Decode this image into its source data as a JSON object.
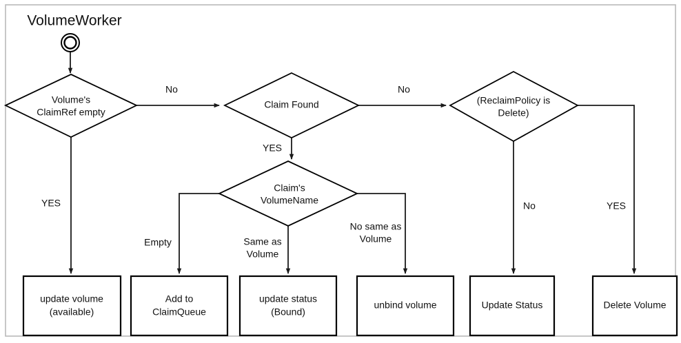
{
  "diagram": {
    "title": "VolumeWorker",
    "type": "flowchart",
    "start_node": {
      "name": "start",
      "shape": "circle"
    },
    "decisions": [
      {
        "id": "d1",
        "label_line1": "Volume's",
        "label_line2": "ClaimRef empty"
      },
      {
        "id": "d2",
        "label_line1": "Claim Found",
        "label_line2": ""
      },
      {
        "id": "d3",
        "label_line1": "(ReclaimPolicy is",
        "label_line2": "Delete)"
      },
      {
        "id": "d4",
        "label_line1": "Claim's",
        "label_line2": "VolumeName"
      }
    ],
    "processes": [
      {
        "id": "p1",
        "label_line1": "update volume",
        "label_line2": "(available)"
      },
      {
        "id": "p2",
        "label_line1": "Add to",
        "label_line2": "ClaimQueue"
      },
      {
        "id": "p3",
        "label_line1": "update status",
        "label_line2": "(Bound)"
      },
      {
        "id": "p4",
        "label_line1": "unbind volume",
        "label_line2": ""
      },
      {
        "id": "p5",
        "label_line1": "Update Status",
        "label_line2": ""
      },
      {
        "id": "p6",
        "label_line1": "Delete Volume",
        "label_line2": ""
      }
    ],
    "edge_labels": [
      {
        "id": "e1",
        "text": "No",
        "from": "d1",
        "to": "d2"
      },
      {
        "id": "e2",
        "text": "YES",
        "from": "d1",
        "to": "p1"
      },
      {
        "id": "e3",
        "text": "No",
        "from": "d2",
        "to": "d3"
      },
      {
        "id": "e4",
        "text": "YES",
        "from": "d2",
        "to": "d4"
      },
      {
        "id": "e5",
        "text": "Empty",
        "from": "d4",
        "to": "p2"
      },
      {
        "id": "e6",
        "text": "Same as",
        "text2": "Volume",
        "from": "d4",
        "to": "p3"
      },
      {
        "id": "e7",
        "text": "No same as",
        "text2": "Volume",
        "from": "d4",
        "to": "p4"
      },
      {
        "id": "e8",
        "text": "No",
        "from": "d3",
        "to": "p5"
      },
      {
        "id": "e9",
        "text": "YES",
        "from": "d3",
        "to": "p6"
      }
    ],
    "colors": {
      "stroke": "#000000",
      "text": "#111111",
      "background": "#ffffff",
      "frame": "#b9b9b9"
    }
  }
}
